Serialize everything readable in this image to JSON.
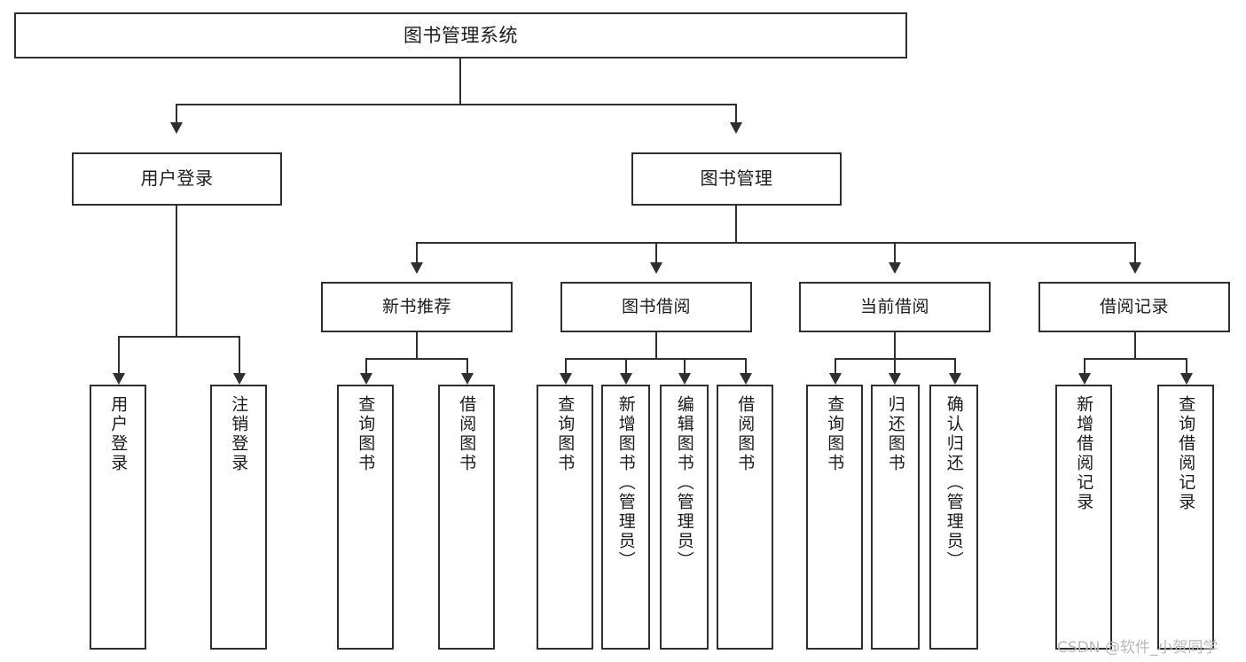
{
  "diagram": {
    "title": "图书管理系统",
    "root": {
      "label": "图书管理系统"
    },
    "level2": [
      {
        "label": "用户登录"
      },
      {
        "label": "图书管理"
      }
    ],
    "level3": [
      {
        "label": "新书推荐"
      },
      {
        "label": "图书借阅"
      },
      {
        "label": "当前借阅"
      },
      {
        "label": "借阅记录"
      }
    ],
    "leaves": {
      "user_login": [
        {
          "label": "用户登录"
        },
        {
          "label": "注销登录"
        }
      ],
      "new_book_recommend": [
        {
          "label": "查询图书"
        },
        {
          "label": "借阅图书"
        }
      ],
      "book_borrow": [
        {
          "label": "查询图书"
        },
        {
          "label": "新增图书（管理员）"
        },
        {
          "label": "编辑图书（管理员）"
        },
        {
          "label": "借阅图书"
        }
      ],
      "current_borrow": [
        {
          "label": "查询图书"
        },
        {
          "label": "归还图书"
        },
        {
          "label": "确认归还（管理员）"
        }
      ],
      "borrow_record": [
        {
          "label": "新增借阅记录"
        },
        {
          "label": "查询借阅记录"
        }
      ]
    }
  },
  "watermark": {
    "text": "CSDN @软件_小贺同学"
  },
  "colors": {
    "border": "#2f2f2f",
    "text": "#1b1b1b",
    "background": "#ffffff",
    "watermark": "#b9b9b9"
  }
}
